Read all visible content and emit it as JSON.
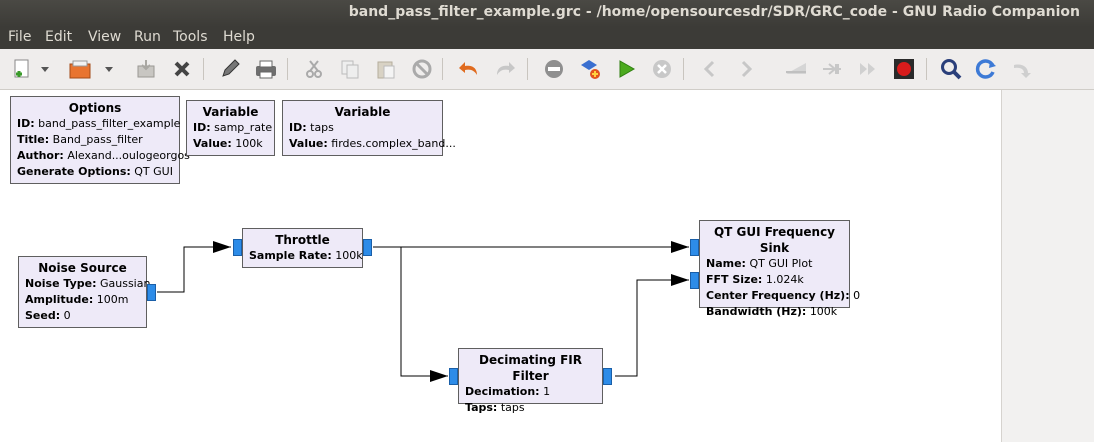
{
  "window": {
    "title": "band_pass_filter_example.grc - /home/opensourcesdr/SDR/GRC_code - GNU Radio Companion"
  },
  "menu": [
    "File",
    "Edit",
    "View",
    "Run",
    "Tools",
    "Help"
  ],
  "toolbar": {
    "icons": [
      "new-icon",
      "dropdown-icon",
      "open-icon",
      "dropdown-icon",
      "save-icon",
      "close-icon",
      "edit-icon",
      "print-icon",
      "cut-icon",
      "copy-icon",
      "paste-icon",
      "disable-icon",
      "undo-icon",
      "redo-icon",
      "disable-block-icon",
      "generate-icon",
      "run-icon",
      "stop-icon",
      "rotate-left-icon",
      "rotate-right-icon",
      "enable-icon",
      "bypass-icon",
      "disable-block-icon",
      "kill-icon",
      "find-icon",
      "reload-icon",
      "redo-icon"
    ]
  },
  "blocks": {
    "options": {
      "title": "Options",
      "rows": [
        {
          "k": "ID:",
          "v": "band_pass_filter_example"
        },
        {
          "k": "Title:",
          "v": "Band_pass_filter"
        },
        {
          "k": "Author:",
          "v": "Alexand...oulogeorgos"
        },
        {
          "k": "Generate Options:",
          "v": "QT GUI"
        }
      ]
    },
    "var_samp": {
      "title": "Variable",
      "rows": [
        {
          "k": "ID:",
          "v": "samp_rate"
        },
        {
          "k": "Value:",
          "v": "100k"
        }
      ]
    },
    "var_taps": {
      "title": "Variable",
      "rows": [
        {
          "k": "ID:",
          "v": "taps"
        },
        {
          "k": "Value:",
          "v": "firdes.complex_band..."
        }
      ]
    },
    "noise": {
      "title": "Noise Source",
      "rows": [
        {
          "k": "Noise Type:",
          "v": "Gaussian"
        },
        {
          "k": "Amplitude:",
          "v": "100m"
        },
        {
          "k": "Seed:",
          "v": "0"
        }
      ]
    },
    "throttle": {
      "title": "Throttle",
      "rows": [
        {
          "k": "Sample Rate:",
          "v": "100k"
        }
      ]
    },
    "fir": {
      "title": "Decimating FIR Filter",
      "rows": [
        {
          "k": "Decimation:",
          "v": "1"
        },
        {
          "k": "Taps:",
          "v": "taps"
        }
      ]
    },
    "sink": {
      "title": "QT GUI Frequency Sink",
      "rows": [
        {
          "k": "Name:",
          "v": "QT GUI Plot"
        },
        {
          "k": "FFT Size:",
          "v": "1.024k"
        },
        {
          "k": "Center Frequency (Hz):",
          "v": "0"
        },
        {
          "k": "Bandwidth (Hz):",
          "v": "100k"
        }
      ]
    }
  }
}
